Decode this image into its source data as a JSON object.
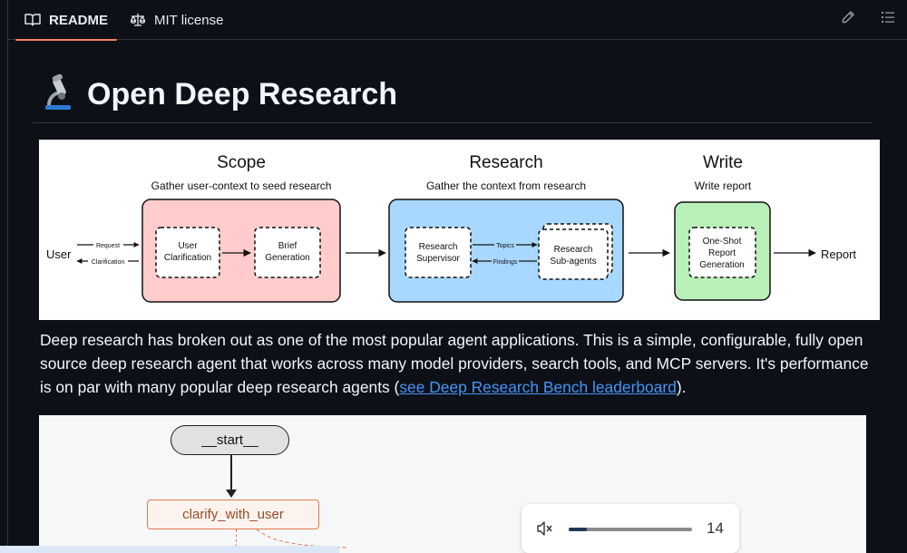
{
  "tabs": [
    {
      "label": "README",
      "icon": "book-icon",
      "active": true
    },
    {
      "label": "MIT license",
      "icon": "law-scale-icon",
      "active": false
    }
  ],
  "toolbar": {
    "edit_icon": "pencil-icon",
    "outline_icon": "list-unordered-icon"
  },
  "page": {
    "title": "Open Deep Research",
    "title_icon": "microscope-icon"
  },
  "diagram": {
    "sections": [
      {
        "title": "Scope",
        "subtitle": "Gather user-context to seed research"
      },
      {
        "title": "Research",
        "subtitle": "Gather the context from research"
      },
      {
        "title": "Write",
        "subtitle": "Write report"
      }
    ],
    "labels": {
      "user": "User",
      "request": "Request",
      "clarification": "Clarification",
      "user_clarification_1": "User",
      "user_clarification_2": "Clarification",
      "brief_1": "Brief",
      "brief_2": "Generation",
      "supervisor_1": "Research",
      "supervisor_2": "Supervisor",
      "topics": "Topics",
      "findings": "Findings",
      "subagents_1": "Research",
      "subagents_2": "Sub-agents",
      "oneshot_1": "One-Shot",
      "oneshot_2": "Report",
      "oneshot_3": "Generation",
      "report": "Report"
    },
    "colors": {
      "scope": "#ffcccb",
      "research": "#a8d8ff",
      "write": "#b8f0b8"
    }
  },
  "intro": {
    "text_before": "Deep research has broken out as one of the most popular agent applications. This is a simple, configurable, fully open source deep research agent that works across many model providers, search tools, and MCP servers. It's performance is on par with many popular deep research agents (",
    "link": "see Deep Research Bench leaderboard",
    "text_after": ")."
  },
  "graph": {
    "start_node": "__start__",
    "clarify_node": "clarify_with_user"
  },
  "media_player": {
    "mute_icon": "volume-mute-icon",
    "volume": "14",
    "progress": 0.15
  },
  "colors": {
    "accent_tab": "#f78166",
    "link": "#4493f8",
    "background": "#0d1117",
    "border": "#30363d"
  }
}
